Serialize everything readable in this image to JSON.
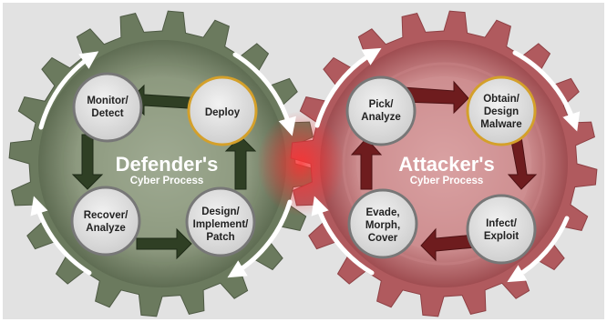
{
  "defender": {
    "title": "Defender's",
    "subtitle": "Cyber Process",
    "nodes": {
      "monitor": [
        "Monitor/",
        "Detect"
      ],
      "deploy": [
        "Deploy"
      ],
      "design": [
        "Design/",
        "Implement/",
        "Patch"
      ],
      "recover": [
        "Recover/",
        "Analyze"
      ]
    },
    "color": "#6b7a5e"
  },
  "attacker": {
    "title": "Attacker's",
    "subtitle": "Cyber Process",
    "nodes": {
      "pick": [
        "Pick/",
        "Analyze"
      ],
      "obtain": [
        "Obtain/",
        "Design",
        "Malware"
      ],
      "infect": [
        "Infect/",
        "Exploit"
      ],
      "evade": [
        "Evade,",
        "Morph,",
        "Cover"
      ]
    },
    "color": "#b05a5e"
  },
  "colors": {
    "defender_arrow": "#2f3f24",
    "attacker_arrow": "#6e1c1e",
    "highlight_ring": "#d4a02a",
    "node_fill": "#e4e4e4"
  }
}
